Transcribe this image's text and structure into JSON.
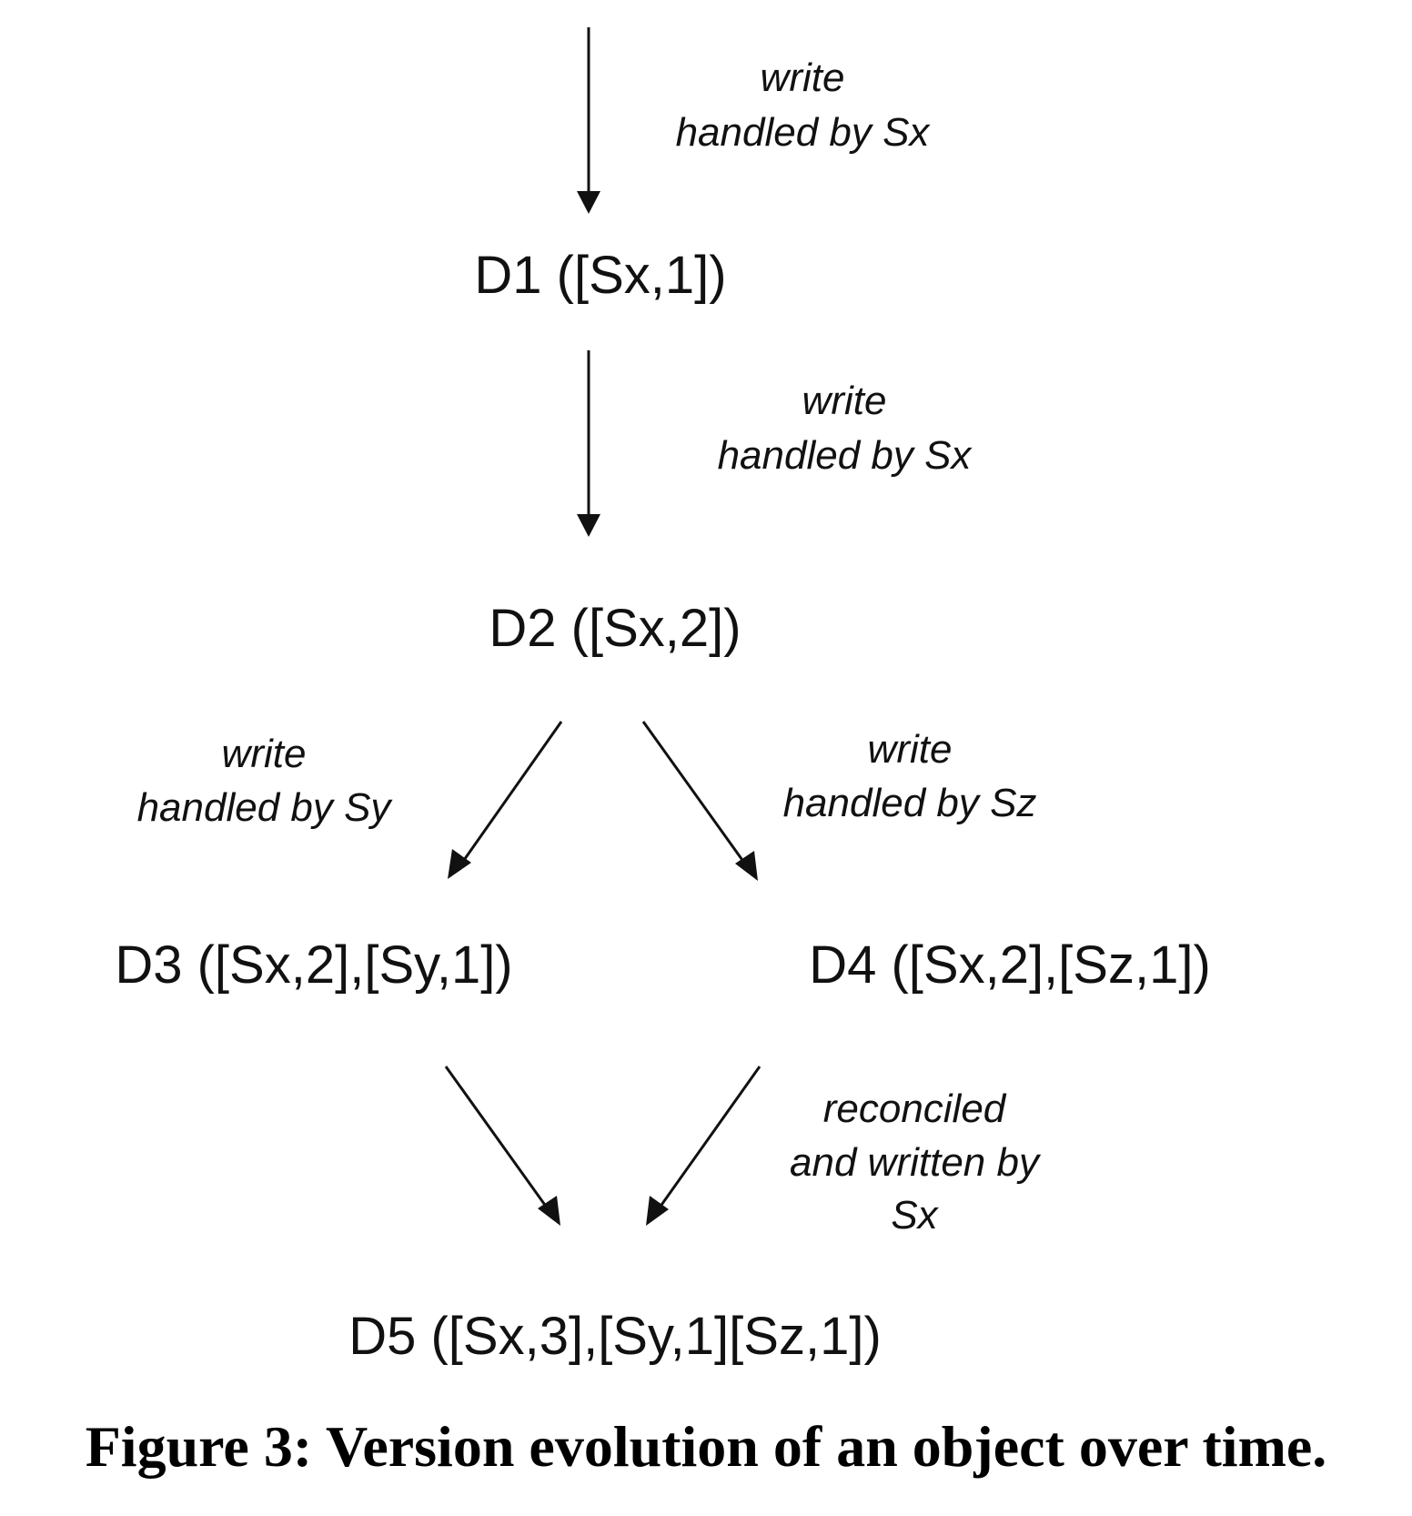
{
  "nodes": [
    {
      "id": "d1",
      "label": "D1 ([Sx,1])"
    },
    {
      "id": "d2",
      "label": "D2 ([Sx,2])"
    },
    {
      "id": "d3",
      "label": "D3 ([Sx,2],[Sy,1])"
    },
    {
      "id": "d4",
      "label": "D4 ([Sx,2],[Sz,1])"
    },
    {
      "id": "d5",
      "label": "D5 ([Sx,3],[Sy,1][Sz,1])"
    }
  ],
  "edges": [
    {
      "from": "start",
      "to": "d1",
      "label_lines": [
        "write",
        "handled by Sx"
      ]
    },
    {
      "from": "d1",
      "to": "d2",
      "label_lines": [
        "write",
        "handled by Sx"
      ]
    },
    {
      "from": "d2",
      "to": "d3",
      "label_lines": [
        "write",
        "handled by Sy"
      ]
    },
    {
      "from": "d2",
      "to": "d4",
      "label_lines": [
        "write",
        "handled by Sz"
      ]
    },
    {
      "from": "d3",
      "to": "d5",
      "label_lines": []
    },
    {
      "from": "d4",
      "to": "d5",
      "label_lines": [
        "reconciled",
        "and written by",
        "Sx"
      ]
    }
  ],
  "caption": "Figure 3: Version evolution of an object over time."
}
